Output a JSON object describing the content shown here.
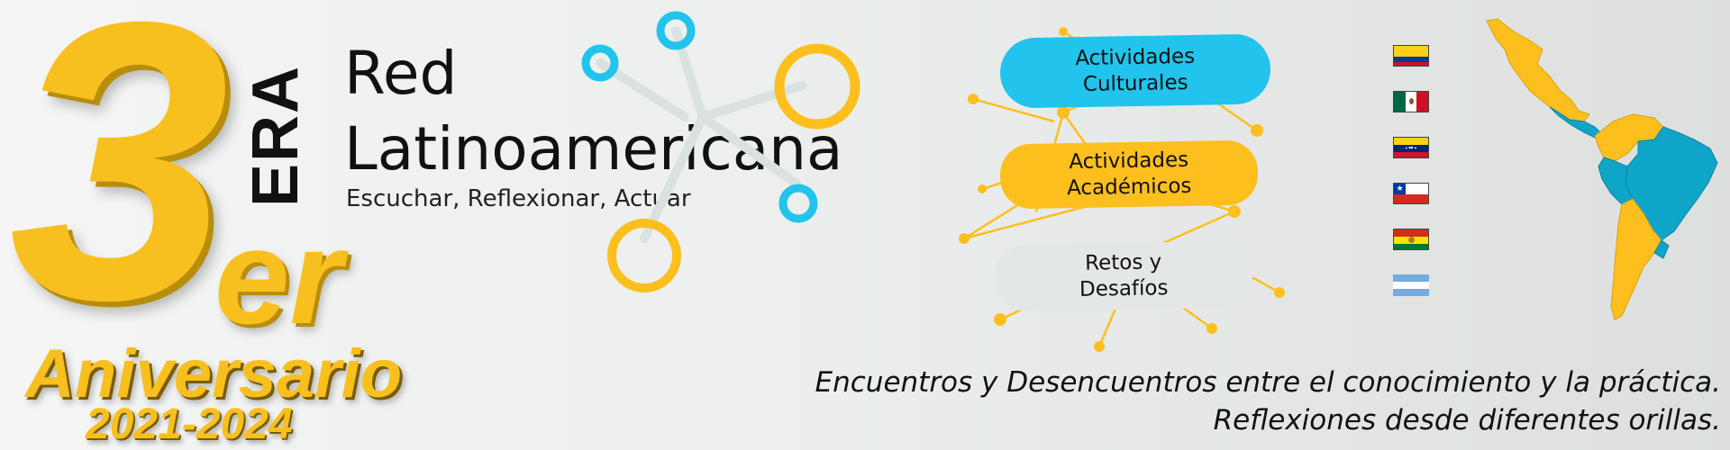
{
  "anniversary": {
    "number": "3",
    "suffix": "er",
    "era_label": "ERA",
    "label": "Aniversario",
    "years": "2021-2024"
  },
  "network": {
    "title_line1": "Red",
    "title_line2": "Latinoamericana",
    "slogan": "Escuchar, Reflexionar, Actuar"
  },
  "activities": [
    {
      "line1": "Actividades",
      "line2": "Culturales",
      "color": "#22c3ec"
    },
    {
      "line1": "Actividades",
      "line2": "Académicos",
      "color": "#fcbf1e"
    },
    {
      "line1": "Retos y",
      "line2": "Desafíos",
      "color": "#e4e7e7"
    }
  ],
  "flags": [
    "colombia-flag",
    "mexico-flag",
    "venezuela-flag",
    "chile-flag",
    "bolivia-flag",
    "argentina-flag"
  ],
  "tagline": {
    "line1": "Encuentros y Desencuentros entre el conocimiento y la práctica.",
    "line2": "Reflexiones desde diferentes orillas."
  },
  "colors": {
    "accent_yellow": "#fcbf1e",
    "accent_blue": "#22c3ec",
    "map_blue": "#0ea5c8"
  }
}
